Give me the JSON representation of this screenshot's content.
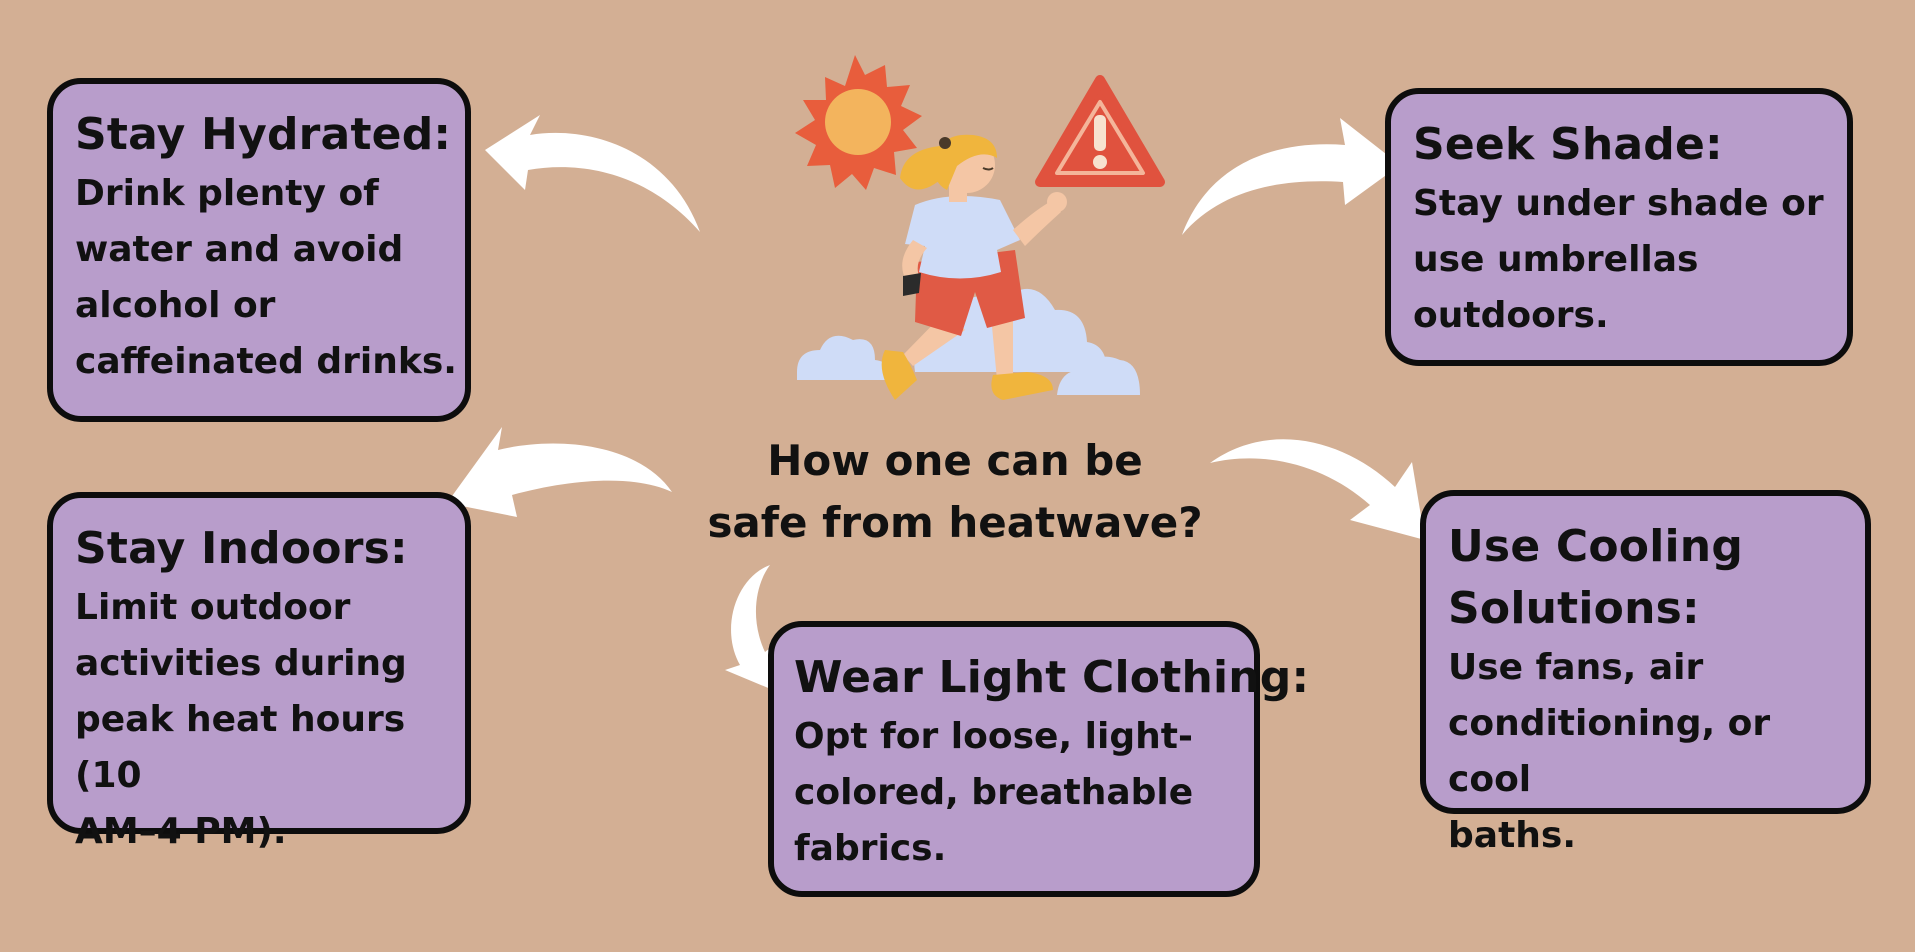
{
  "center": {
    "question": "How  one can be\nsafe from heatwave?"
  },
  "cards": {
    "hydrated": {
      "title": "Stay Hydrated:",
      "body": "Drink plenty of\nwater and avoid\nalcohol or\ncaffeinated drinks."
    },
    "shade": {
      "title": "Seek Shade:",
      "body": "Stay under shade or\nuse umbrellas\noutdoors."
    },
    "indoors": {
      "title": "Stay Indoors:",
      "body": "Limit outdoor\nactivities during\npeak heat hours (10\nAM–4 PM)."
    },
    "cooling": {
      "title": "Use Cooling\nSolutions:",
      "body": "Use fans, air\nconditioning, or cool\nbaths."
    },
    "clothing": {
      "title": "Wear Light Clothing:",
      "body": "Opt for loose, light-\ncolored, breathable\nfabrics."
    }
  },
  "icons": [
    "sun-icon",
    "warning-icon",
    "runner-icon",
    "cloud-icon",
    "arrow-icon"
  ],
  "colors": {
    "background": "#d3af94",
    "card_fill": "#b89dcb",
    "card_border": "#0d0d0d",
    "sun": "#f3b45d",
    "sun_rays": "#e85d3c",
    "warning": "#e0523e",
    "arrow": "#ffffff",
    "cloud": "#cfdcf7"
  }
}
